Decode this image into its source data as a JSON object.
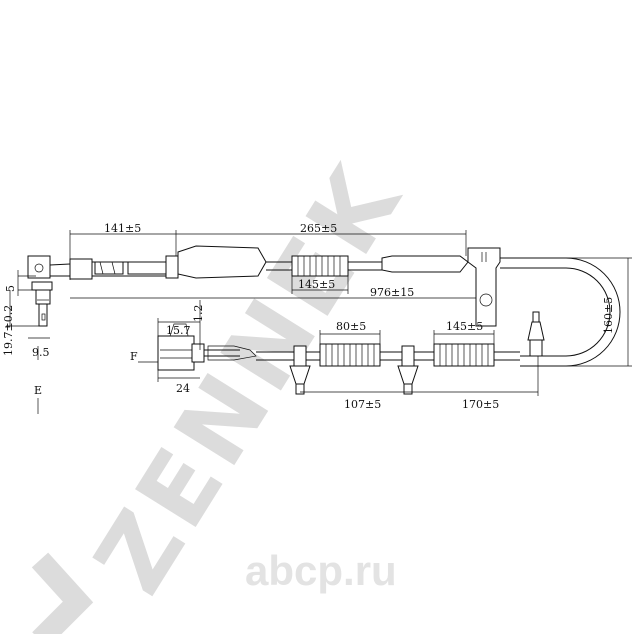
{
  "watermark": {
    "brand": "ZENNEK",
    "site": "abcp.ru"
  },
  "dimensions": {
    "d141": "141±5",
    "d265": "265±5",
    "d145a": "145±5",
    "d976": "976±15",
    "d160": "160±5",
    "d80": "80±5",
    "d145b": "145±5",
    "d107": "107±5",
    "d170": "170±5",
    "d15_7": "15.7",
    "d1_2": "1.2",
    "d24": "24",
    "d5": "5",
    "d19_7": "19.7±0.2",
    "d9_5": "9.5"
  },
  "views": {
    "f": "F",
    "e": "E"
  }
}
